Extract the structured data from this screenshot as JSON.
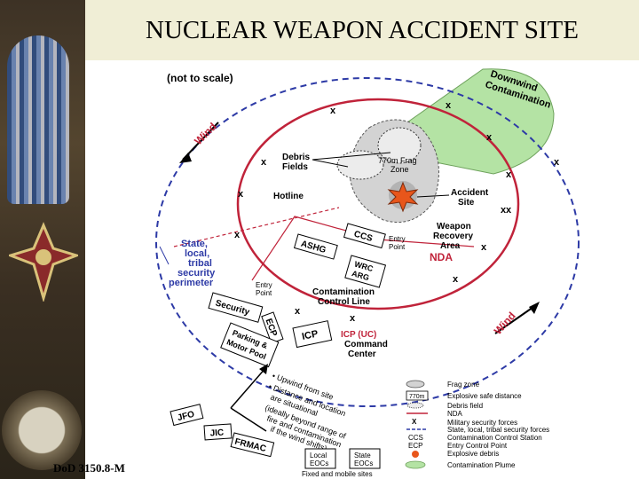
{
  "title": "NUCLEAR WEAPON ACCIDENT SITE",
  "footer": "DoD 3150.8-M",
  "diagram": {
    "not_to_scale": "(not to scale)",
    "downwind_line1": "Downwind",
    "downwind_line2": "Contamination",
    "wind_1": "Wind",
    "wind_2": "Wind",
    "debris_fields_line1": "Debris",
    "debris_fields_line2": "Fields",
    "frag_zone_line1": "770m Frag",
    "frag_zone_line2": "Zone",
    "hotline": "Hotline",
    "accident_site_line1": "Accident",
    "accident_site_line2": "Site",
    "ccs": "CCS",
    "entry_point_1_line1": "Entry",
    "entry_point_1_line2": "Point",
    "weapon_recovery_line1": "Weapon",
    "weapon_recovery_line2": "Recovery",
    "weapon_recovery_line3": "Area",
    "ashg": "ASHG",
    "nda": "NDA",
    "wrc_line1": "WRC",
    "wrc_line2": "ARG",
    "state_perimeter_line1": "State,",
    "state_perimeter_line2": "local,",
    "state_perimeter_line3": "tribal",
    "state_perimeter_line4": "security",
    "state_perimeter_line5": "perimeter",
    "entry_point_2_line1": "Entry",
    "entry_point_2_line2": "Point",
    "contamination_control_line1": "Contamination",
    "contamination_control_line2": "Control Line",
    "security": "Security",
    "ecp": "ECP",
    "icp": "ICP",
    "icp_uc": "ICP (UC)",
    "command_center_line1": "Command",
    "command_center_line2": "Center",
    "parking_line1": "Parking &",
    "parking_line2": "Motor Pool",
    "upwind_note_1": "• Upwind from site",
    "upwind_note_2": "• Distance and location",
    "upwind_note_3": "are situational",
    "upwind_note_4": "(ideally beyond range of",
    "upwind_note_5": "fire and contamination",
    "upwind_note_6": "if the wind shifts)",
    "jfo": "JFO",
    "jic": "JIC",
    "frmac": "FRMAC",
    "local_eocs_line1": "Local",
    "local_eocs_line2": "EOCs",
    "state_eocs_line1": "State",
    "state_eocs_line2": "EOCs",
    "fixed_sites": "Fixed and mobile sites"
  },
  "legend": {
    "items": [
      {
        "symbol": "",
        "label": "Frag zone"
      },
      {
        "symbol": "770m",
        "label": "Explosive safe distance"
      },
      {
        "symbol": "",
        "label": "Debris field"
      },
      {
        "symbol": "",
        "label": "NDA"
      },
      {
        "symbol": "X",
        "label": "Military security forces"
      },
      {
        "symbol": "",
        "label": "State, local, tribal security forces"
      },
      {
        "symbol": "CCS",
        "label": "Contamination Control Station"
      },
      {
        "symbol": "ECP",
        "label": "Entry Control Point"
      },
      {
        "symbol": "",
        "label": "Explosive debris"
      },
      {
        "symbol": "",
        "label": "Contamination Plume"
      }
    ]
  },
  "colors": {
    "title_bar": "#f0eed6",
    "nda_circle": "#c0233a",
    "security_perimeter": "#2d3aa6",
    "plume": "#b4e3a4",
    "frag_zone": "#d3d3d3"
  }
}
